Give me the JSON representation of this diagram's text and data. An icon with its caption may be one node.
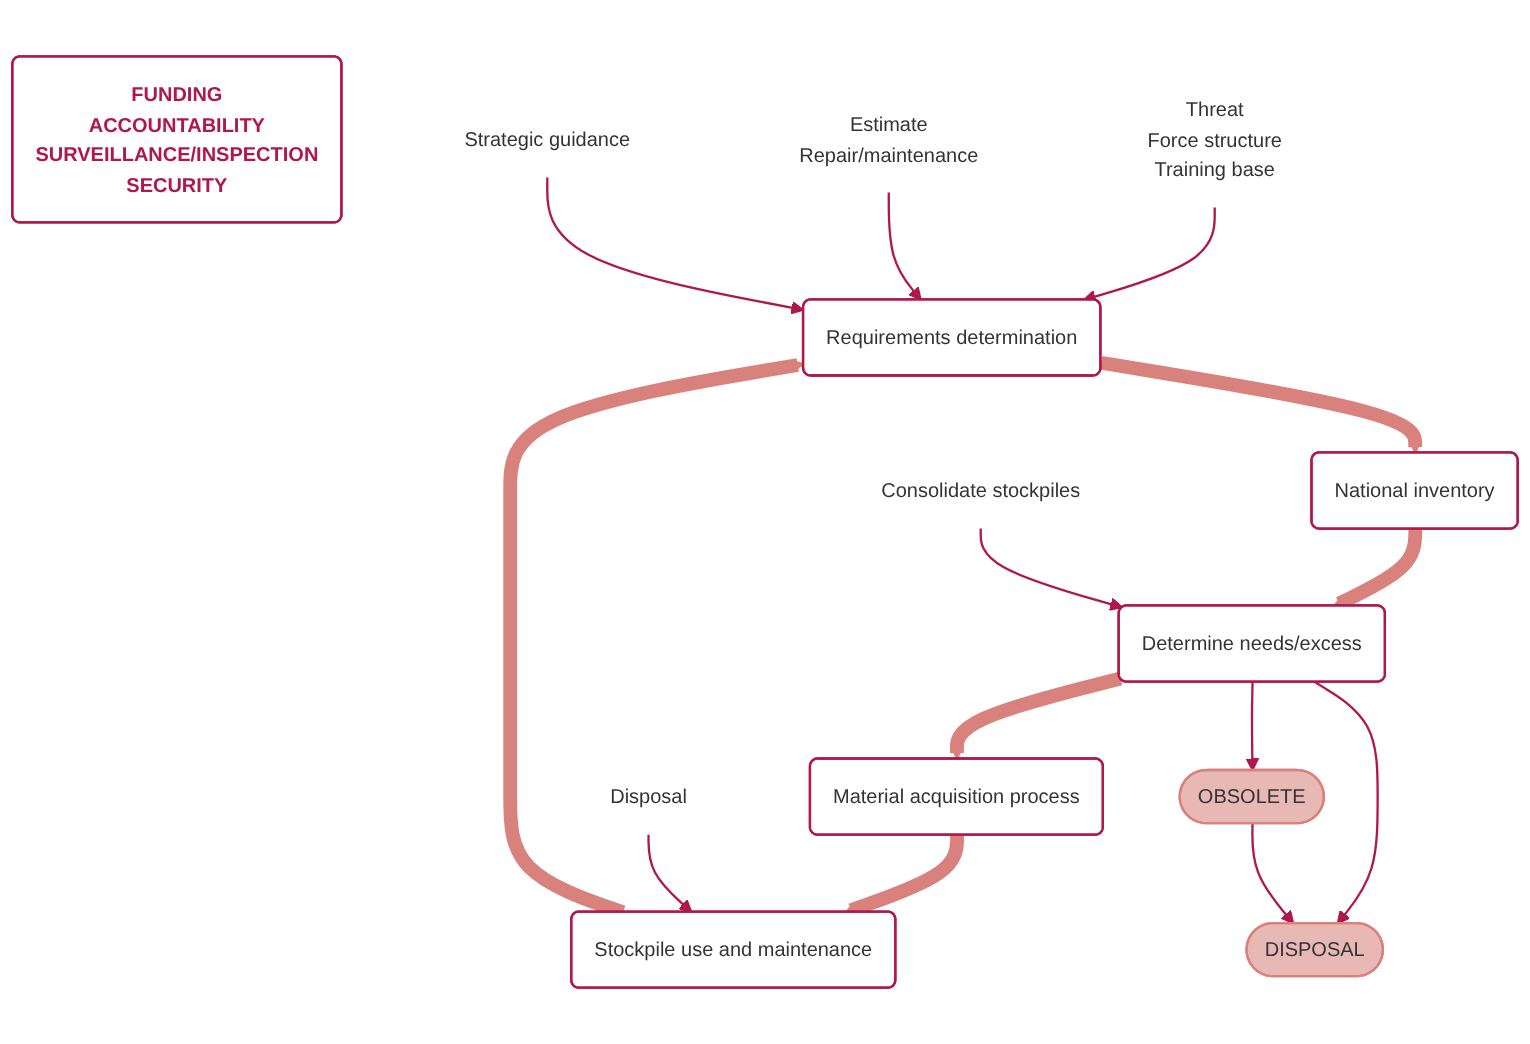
{
  "diagram": {
    "nodes": [
      {
        "text": [
          "Requirements determination"
        ]
      },
      {
        "text": [
          "National inventory"
        ]
      },
      {
        "text": [
          "Determine needs/excess"
        ]
      },
      {
        "text": [
          "Material acquisition process"
        ]
      },
      {
        "text": [
          "Stockpile use and maintenance"
        ]
      },
      {
        "text": [
          "FUNDING",
          "ACCOUNTABILITY",
          "SURVEILLANCE/INSPECTION",
          "SECURITY"
        ]
      },
      {
        "text": [
          "OBSOLETE"
        ]
      },
      {
        "text": [
          "DISPOSAL"
        ]
      },
      {
        "text": [
          "Threat",
          "Force structure",
          "Training base"
        ]
      },
      {
        "text": [
          "Estimate",
          "Repair/maintenance"
        ]
      },
      {
        "text": [
          "Strategic guidance"
        ]
      },
      {
        "text": [
          "Consolidate stockpiles"
        ]
      },
      {
        "text": [
          "Disposal"
        ]
      }
    ],
    "edges": [
      {
        "from": 0,
        "to": 1,
        "arrow": "to",
        "style": "thick",
        "color": "#d9817c"
      },
      {
        "from": 1,
        "to": 2,
        "arrow": "to",
        "style": "thick",
        "color": "#d9817c"
      },
      {
        "from": 2,
        "to": 3,
        "arrow": "to",
        "style": "thick",
        "color": "#d9817c"
      },
      {
        "from": 3,
        "to": 4,
        "arrow": "to",
        "style": "thick",
        "color": "#d9817c"
      },
      {
        "from": 4,
        "to": 0,
        "arrow": "to",
        "style": "thick",
        "color": "#d9817c"
      },
      {
        "from": 8,
        "to": 0,
        "arrow": "to"
      },
      {
        "from": 9,
        "to": 0,
        "arrow": "to"
      },
      {
        "from": 10,
        "to": 0,
        "arrow": "to"
      },
      {
        "from": 11,
        "to": 2,
        "arrow": "to"
      },
      {
        "from": 12,
        "to": 4,
        "arrow": "to"
      },
      {
        "from": 2,
        "to": 6,
        "arrow": "to"
      },
      {
        "from": 2,
        "to": 7,
        "arrow": "to"
      },
      {
        "from": 6,
        "to": 7,
        "arrow": "to"
      }
    ]
  }
}
